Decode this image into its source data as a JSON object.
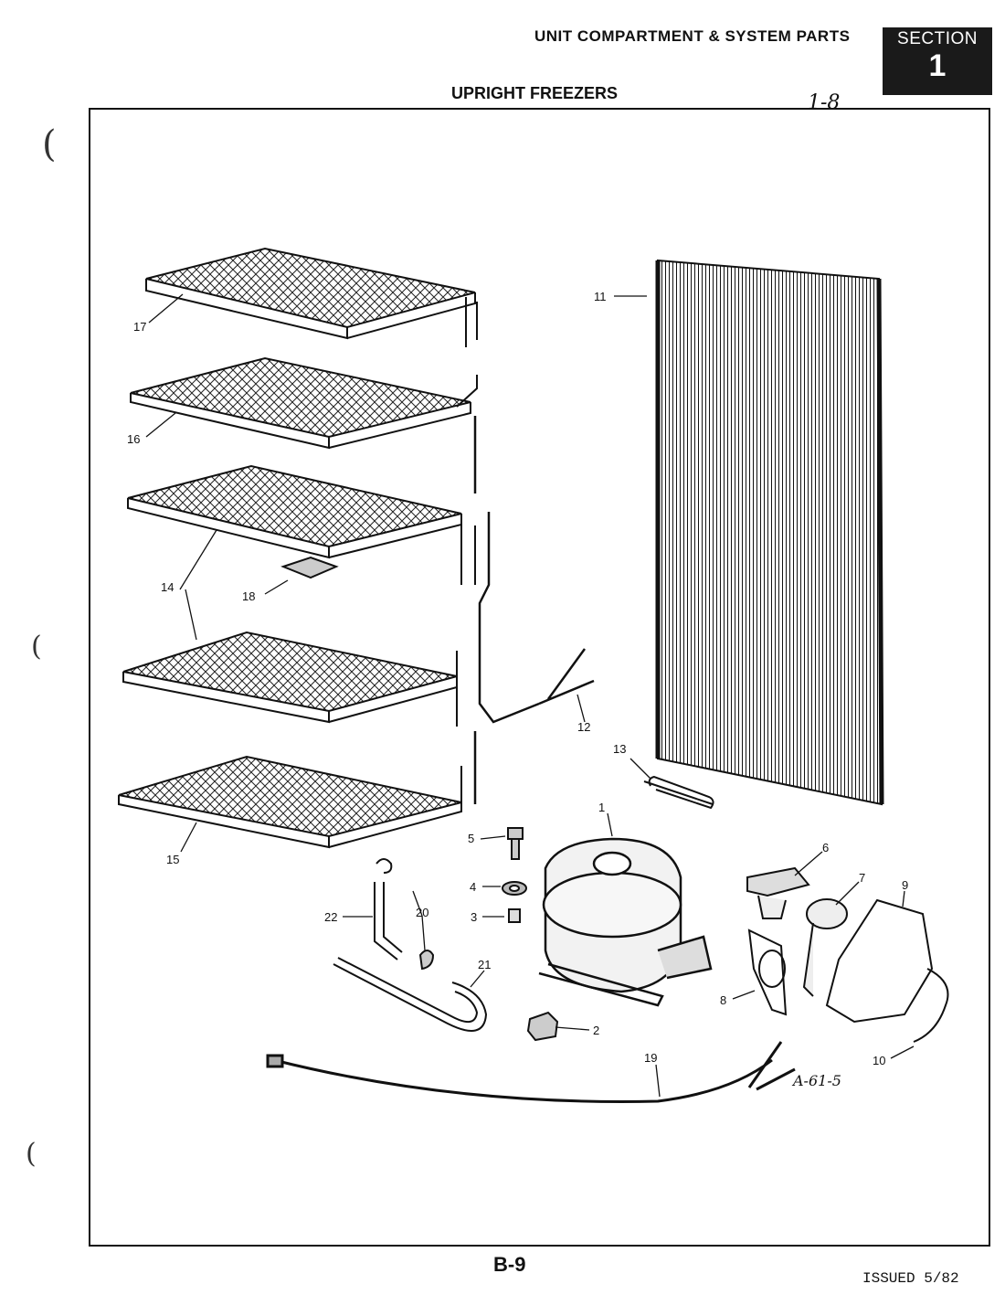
{
  "header": {
    "title": "UNIT COMPARTMENT & SYSTEM PARTS",
    "section_label": "SECTION",
    "section_number": "1",
    "subtitle": "UPRIGHT FREEZERS",
    "handwritten_note": "1-8"
  },
  "diagram": {
    "callouts": [
      "1",
      "2",
      "3",
      "4",
      "5",
      "6",
      "7",
      "8",
      "9",
      "10",
      "11",
      "12",
      "13",
      "14",
      "15",
      "16",
      "17",
      "18",
      "19",
      "20",
      "21",
      "22"
    ],
    "drawing_note": "A-61-5"
  },
  "footer": {
    "page": "B-9",
    "issued": "ISSUED 5/82"
  }
}
